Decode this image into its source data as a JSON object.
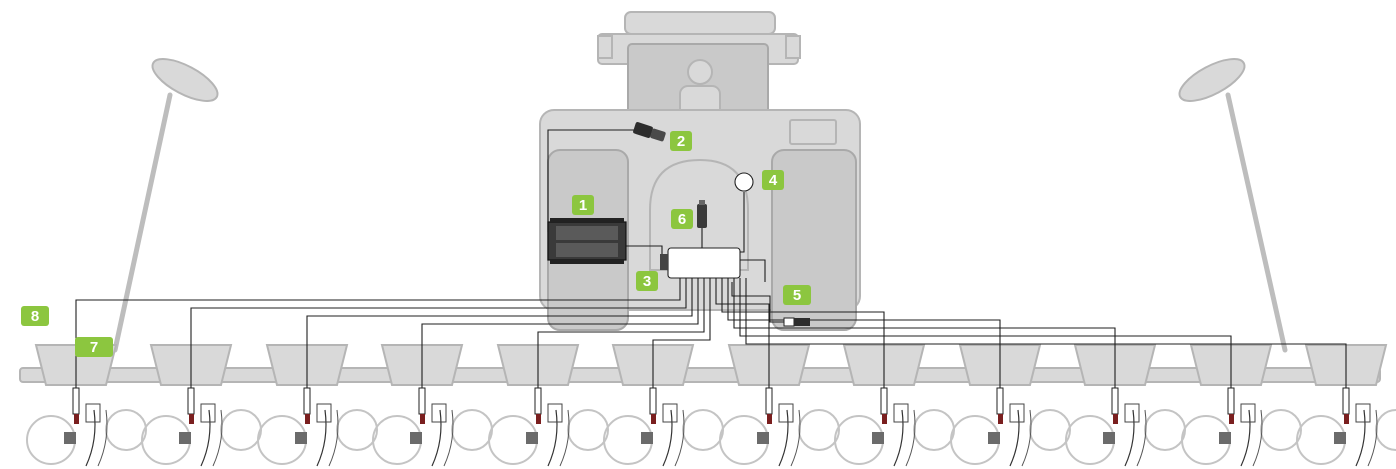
{
  "diagram": {
    "colors": {
      "badge": "#8cc63f",
      "badge_text": "#ffffff",
      "wiring": "#1f1f1f",
      "background_machinery": "#d9d9d9"
    },
    "callouts": [
      {
        "id": "1",
        "label": "1",
        "target": "display-unit"
      },
      {
        "id": "2",
        "label": "2",
        "target": "power-connector"
      },
      {
        "id": "3",
        "label": "3",
        "target": "junction-box"
      },
      {
        "id": "4",
        "label": "4",
        "target": "speed-sensor"
      },
      {
        "id": "5",
        "label": "5",
        "target": "extension-connector"
      },
      {
        "id": "6",
        "label": "6",
        "target": "hopper-sensor"
      },
      {
        "id": "7",
        "label": "7",
        "target": "seed-sensors"
      },
      {
        "id": "8",
        "label": "8",
        "target": "sensor-cables"
      }
    ],
    "row_units": 12
  }
}
